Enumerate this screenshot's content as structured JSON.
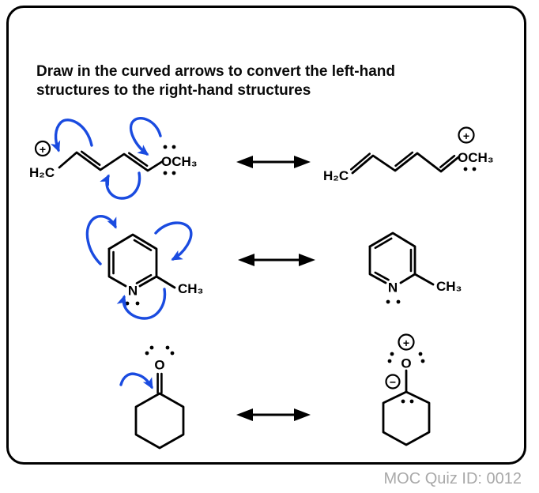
{
  "title": {
    "line1": "Draw in the curved arrows to convert the left-hand",
    "line2": "structures to the right-hand structures"
  },
  "footer": {
    "quiz_id": "MOC Quiz ID: 0012"
  },
  "colors": {
    "arrow_blue": "#1a4be0",
    "ink": "#000000",
    "footer_gray": "#a9a9a9",
    "background": "#ffffff"
  },
  "symbols": {
    "plus": "+",
    "minus": "−"
  },
  "row1": {
    "left": {
      "h2c": "H₂C",
      "och3": "OCH₃"
    },
    "right": {
      "h2c": "H₂C",
      "och3": "OCH₃"
    }
  },
  "row2": {
    "left": {
      "n": "N",
      "ch3": "CH₃"
    },
    "right": {
      "n": "N",
      "ch3": "CH₃"
    }
  },
  "row3": {
    "left": {
      "o": "O"
    },
    "right": {
      "o": "O"
    }
  }
}
